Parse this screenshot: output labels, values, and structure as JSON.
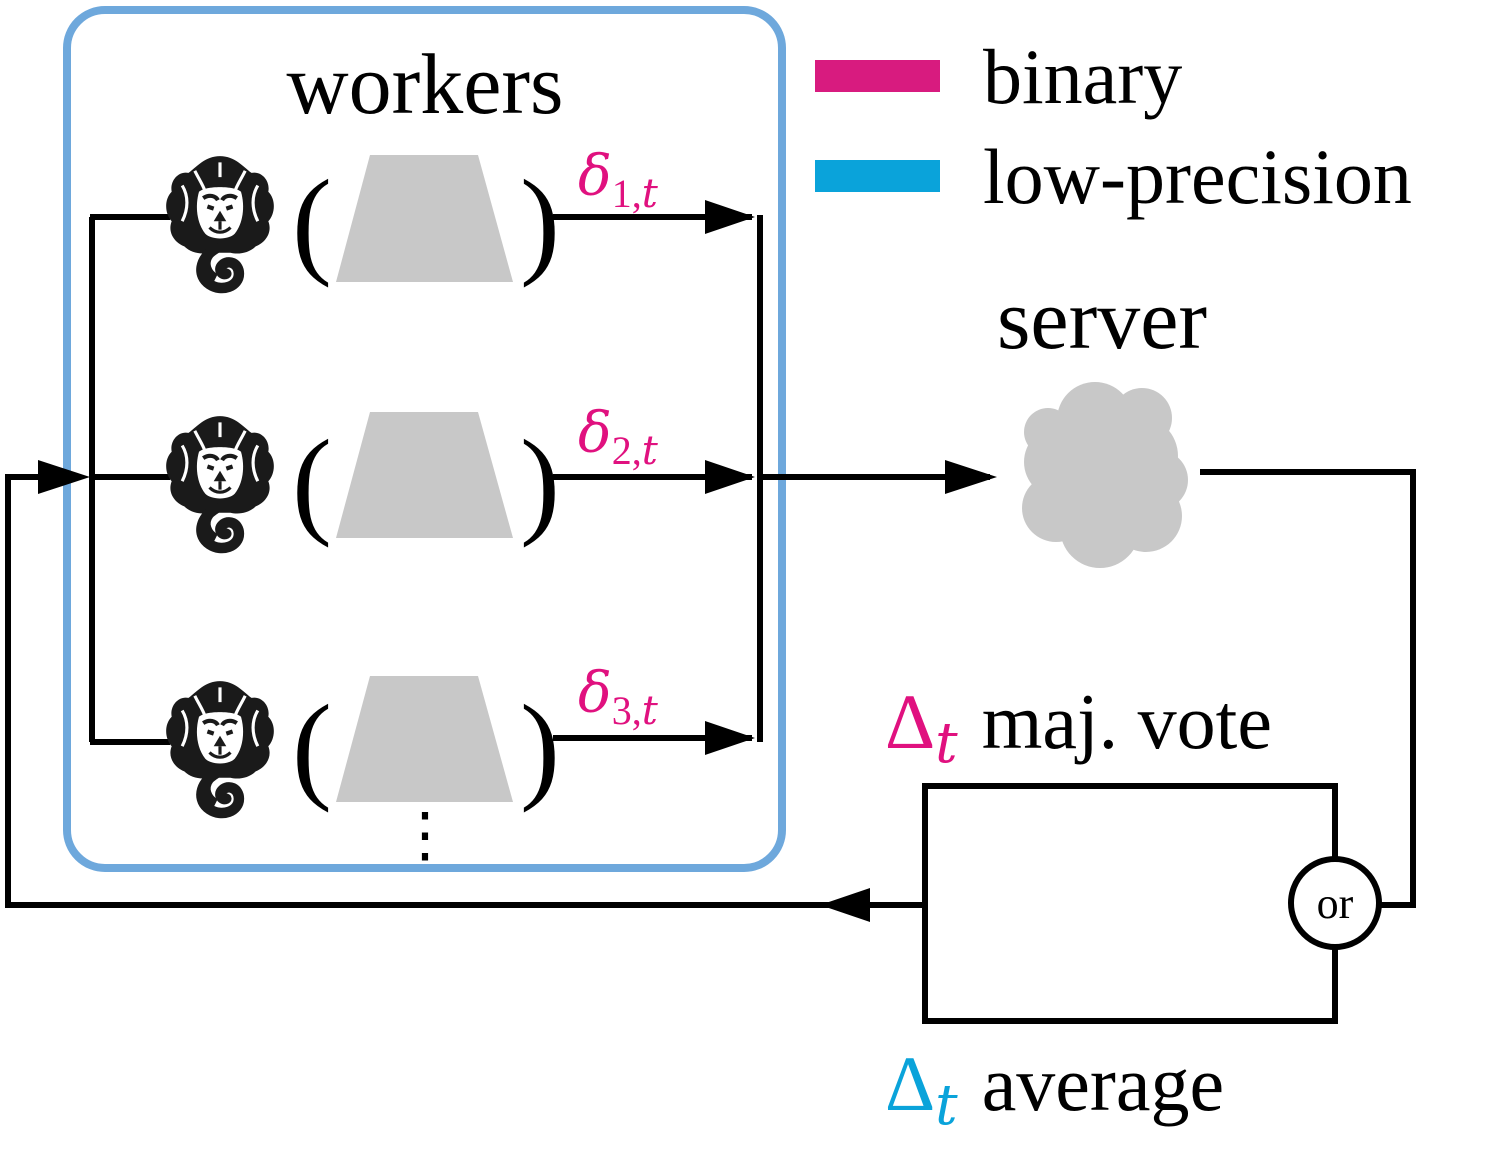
{
  "workers_group": {
    "title": "workers",
    "box_color": "#6ea8dc",
    "continuation": "⋮",
    "workers": [
      {
        "delta_symbol": "δ",
        "delta_subscript": "1,",
        "delta_t": "t"
      },
      {
        "delta_symbol": "δ",
        "delta_subscript": "2,",
        "delta_t": "t"
      },
      {
        "delta_symbol": "δ",
        "delta_subscript": "3,",
        "delta_t": "t"
      }
    ],
    "delta_color": "#e0117f",
    "model_color": "#c8c8c8",
    "icon": "lion-icon"
  },
  "legend": {
    "items": [
      {
        "label": "binary",
        "color": "#d81b7f"
      },
      {
        "label": "low-precision",
        "color": "#0aa3da"
      }
    ]
  },
  "server": {
    "label": "server",
    "icon": "cloud-icon",
    "color": "#c8c8c8"
  },
  "aggregation": {
    "switch_label": "or",
    "majority": {
      "symbol": "Δ",
      "subscript": "t",
      "label": "maj. vote",
      "color": "#e0117f"
    },
    "average": {
      "symbol": "Δ",
      "subscript": "t",
      "label": "average",
      "color": "#0aa3da"
    }
  }
}
